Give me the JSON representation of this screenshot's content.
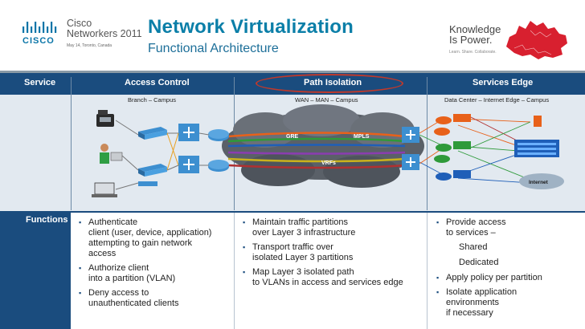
{
  "header": {
    "brand_lines": [
      "Cisco",
      "Networkers 2011"
    ],
    "event_date": "May 14, Toronto, Canada",
    "title": "Network Virtualization",
    "subtitle": "Functional Architecture",
    "tagline_lines": [
      "Knowledge",
      "Is Power."
    ],
    "tagline_small": "Learn. Share. Collaborate."
  },
  "band": {
    "row_label": "Service",
    "sections": [
      {
        "label": "Access Control",
        "zone": "Branch – Campus"
      },
      {
        "label": "Path Isolation",
        "zone": "WAN – MAN – Campus"
      },
      {
        "label": "Services Edge",
        "zone": "Data Center – Internet Edge – Campus"
      }
    ],
    "cloud_labels": [
      "GRE",
      "MPLS",
      "VRFs"
    ],
    "internet_label": "Internet"
  },
  "functions": {
    "row_label": "Functions",
    "access_control": [
      {
        "type": "bullet",
        "lines": [
          "Authenticate",
          "client (user, device, application)",
          "attempting to gain network",
          "access"
        ]
      },
      {
        "type": "bullet",
        "lines": [
          "Authorize client",
          "into a partition (VLAN)"
        ]
      },
      {
        "type": "bullet",
        "lines": [
          "Deny access to",
          "unauthenticated clients"
        ]
      }
    ],
    "path_isolation": [
      {
        "type": "bullet",
        "lines": [
          "Maintain traffic partitions",
          "over Layer 3 infrastructure"
        ]
      },
      {
        "type": "bullet",
        "lines": [
          "Transport traffic over",
          "isolated Layer 3 partitions"
        ]
      },
      {
        "type": "bullet",
        "lines": [
          "Map Layer 3 isolated path",
          "to VLANs in access and services edge"
        ]
      }
    ],
    "services_edge": [
      {
        "type": "bullet",
        "lines": [
          "Provide access",
          "to services –"
        ]
      },
      {
        "type": "plain",
        "lines": [
          "Shared"
        ]
      },
      {
        "type": "plain",
        "lines": [
          "Dedicated"
        ]
      },
      {
        "type": "bullet",
        "lines": [
          "Apply policy per partition"
        ]
      },
      {
        "type": "bullet",
        "lines": [
          "Isolate application",
          "environments",
          "if necessary"
        ]
      }
    ]
  },
  "colors": {
    "title": "#0b7fa8",
    "band_header": "#1a4c7e",
    "band_body": "#e2e9f0",
    "highlight_ellipse": "#c0392b",
    "service_router": "#e8611a",
    "service_green": "#2e9a3a"
  }
}
